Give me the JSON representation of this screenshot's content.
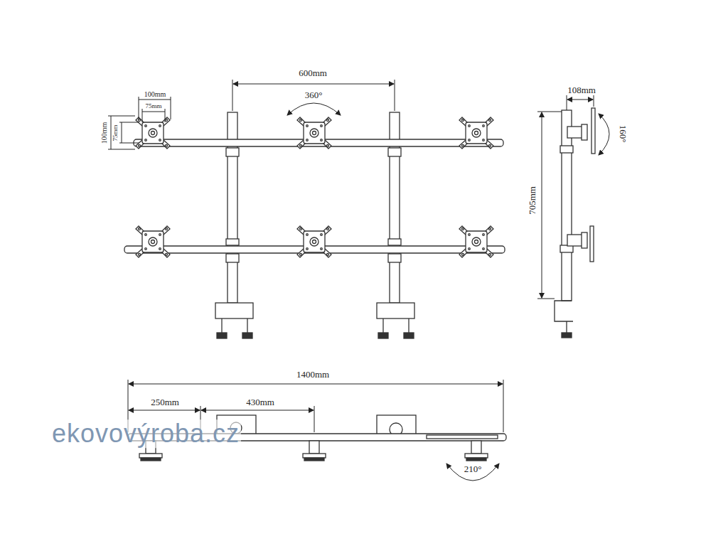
{
  "diagram": {
    "labels": [
      "600mm",
      "360°",
      "100mm",
      "75mm",
      "100mm",
      "75mm",
      "108mm",
      "160°",
      "705mm",
      "1400mm",
      "250mm",
      "430mm",
      "210°",
      "ekovovýroba.cz"
    ]
  }
}
